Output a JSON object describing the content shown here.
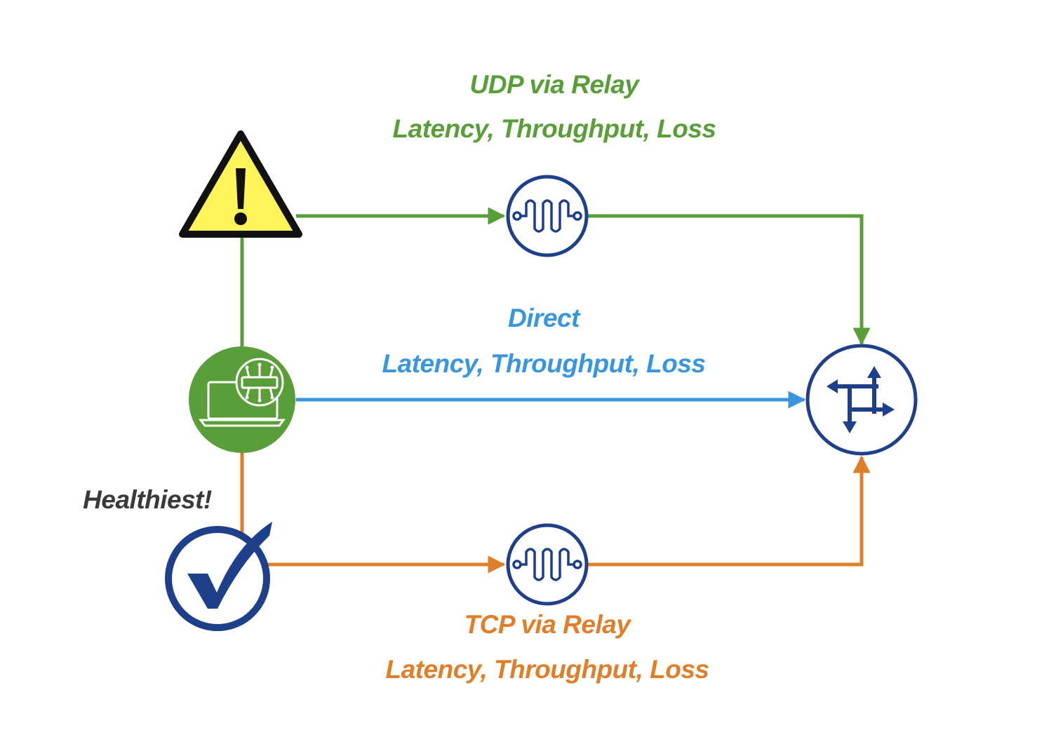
{
  "colors": {
    "udp": "#5a9e3a",
    "direct": "#3a96dc",
    "tcp": "#e07f2a",
    "node_border": "#1e3f8a",
    "healthy_text": "#3a3a3a",
    "warning_fill": "#fff35a",
    "client_fill": "#5a9e3a"
  },
  "paths": {
    "udp": {
      "title": "UDP via Relay",
      "metrics": "Latency, Throughput, Loss"
    },
    "direct": {
      "title": "Direct",
      "metrics": "Latency, Throughput, Loss"
    },
    "tcp": {
      "title": "TCP via Relay",
      "metrics": "Latency, Throughput, Loss"
    }
  },
  "status": {
    "healthiest": "Healthiest!"
  },
  "icons": {
    "warning": "warning-triangle-icon",
    "client": "laptop-client-icon",
    "relay_udp": "relay-wave-icon",
    "relay_tcp": "relay-wave-icon",
    "destination": "router-arrows-icon",
    "healthy": "checkmark-icon"
  }
}
